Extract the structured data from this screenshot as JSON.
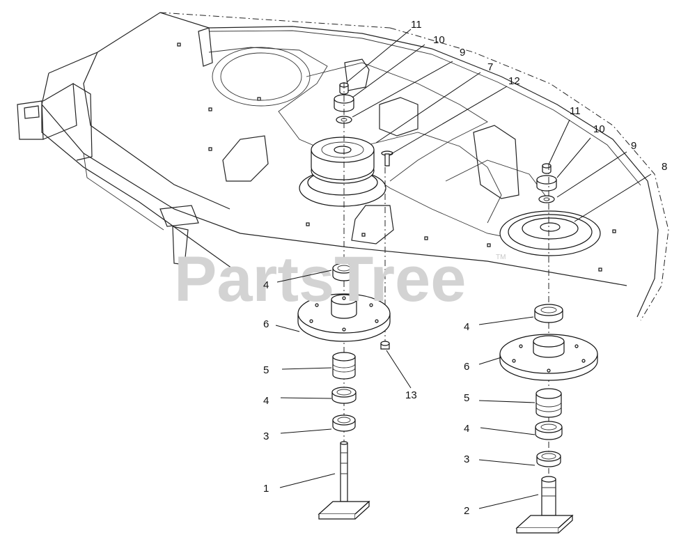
{
  "watermark": {
    "text": "PartsTree",
    "trademark": "TM"
  },
  "callouts": [
    {
      "id": "c11a",
      "label": "11"
    },
    {
      "id": "c10a",
      "label": "10"
    },
    {
      "id": "c9a",
      "label": "9"
    },
    {
      "id": "c7",
      "label": "7"
    },
    {
      "id": "c12",
      "label": "12"
    },
    {
      "id": "c11b",
      "label": "11"
    },
    {
      "id": "c10b",
      "label": "10"
    },
    {
      "id": "c9b",
      "label": "9"
    },
    {
      "id": "c8",
      "label": "8"
    },
    {
      "id": "c4a",
      "label": "4"
    },
    {
      "id": "c6a",
      "label": "6"
    },
    {
      "id": "c5a",
      "label": "5"
    },
    {
      "id": "c4b",
      "label": "4"
    },
    {
      "id": "c3a",
      "label": "3"
    },
    {
      "id": "c1",
      "label": "1"
    },
    {
      "id": "c13",
      "label": "13"
    },
    {
      "id": "c4c",
      "label": "4"
    },
    {
      "id": "c6b",
      "label": "6"
    },
    {
      "id": "c5b",
      "label": "5"
    },
    {
      "id": "c4d",
      "label": "4"
    },
    {
      "id": "c3b",
      "label": "3"
    },
    {
      "id": "c2",
      "label": "2"
    }
  ]
}
